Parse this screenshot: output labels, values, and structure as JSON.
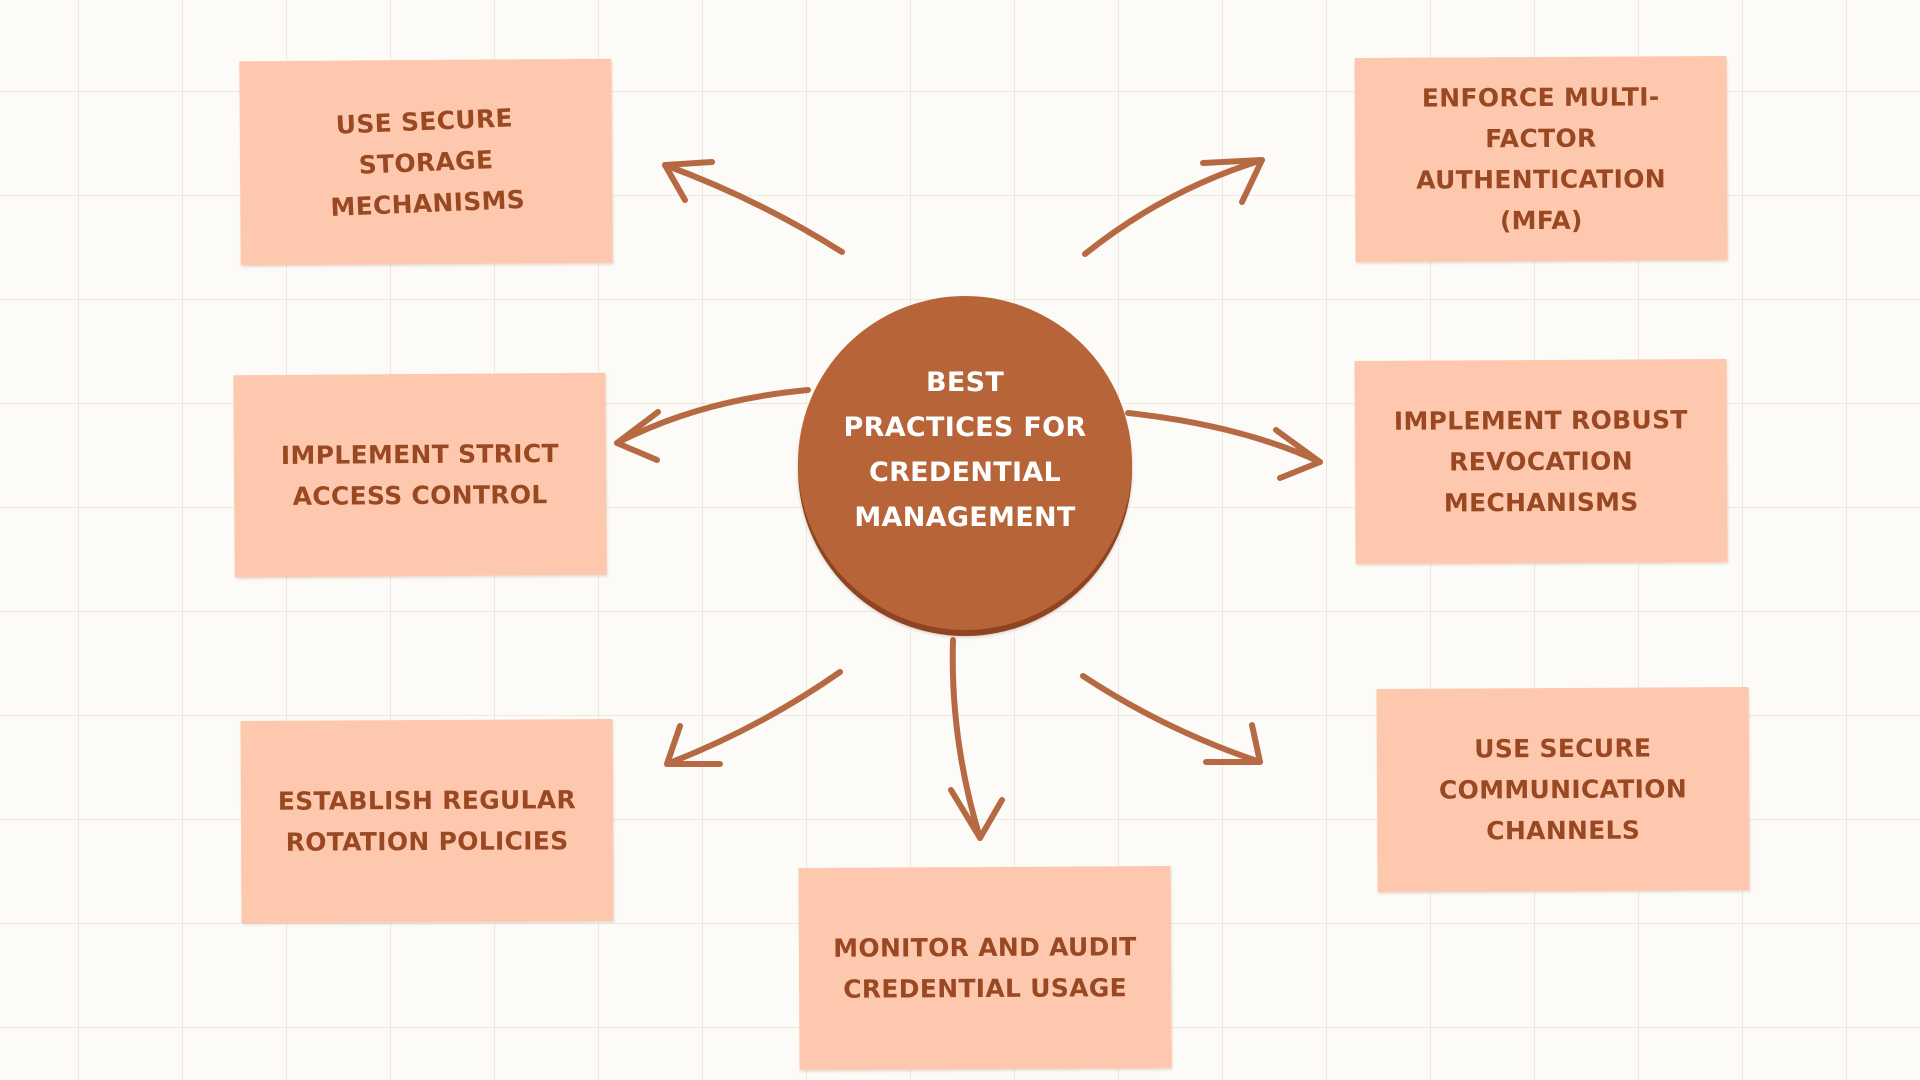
{
  "center": {
    "title": "BEST PRACTICES FOR CREDENTIAL MANAGEMENT"
  },
  "practices": [
    {
      "id": "secure-storage",
      "label": "USE SECURE STORAGE MECHANISMS"
    },
    {
      "id": "mfa",
      "label": "ENFORCE MULTI-FACTOR AUTHENTICATION (MFA)"
    },
    {
      "id": "access-control",
      "label": "IMPLEMENT STRICT ACCESS CONTROL"
    },
    {
      "id": "revocation",
      "label": "IMPLEMENT ROBUST REVOCATION MECHANISMS"
    },
    {
      "id": "rotation",
      "label": "ESTABLISH REGULAR ROTATION POLICIES"
    },
    {
      "id": "monitor-audit",
      "label": "MONITOR AND AUDIT CREDENTIAL USAGE"
    },
    {
      "id": "secure-communication",
      "label": "USE SECURE COMMUNICATION CHANNELS"
    }
  ],
  "colors": {
    "background": "#fdfbf7",
    "grid_line": "#efe9dd",
    "hub_fill": "#b66438",
    "hub_text": "#ffffff",
    "note_fill": "#fdc8ad",
    "note_text": "#9a4822",
    "arrow": "#b66a44"
  }
}
